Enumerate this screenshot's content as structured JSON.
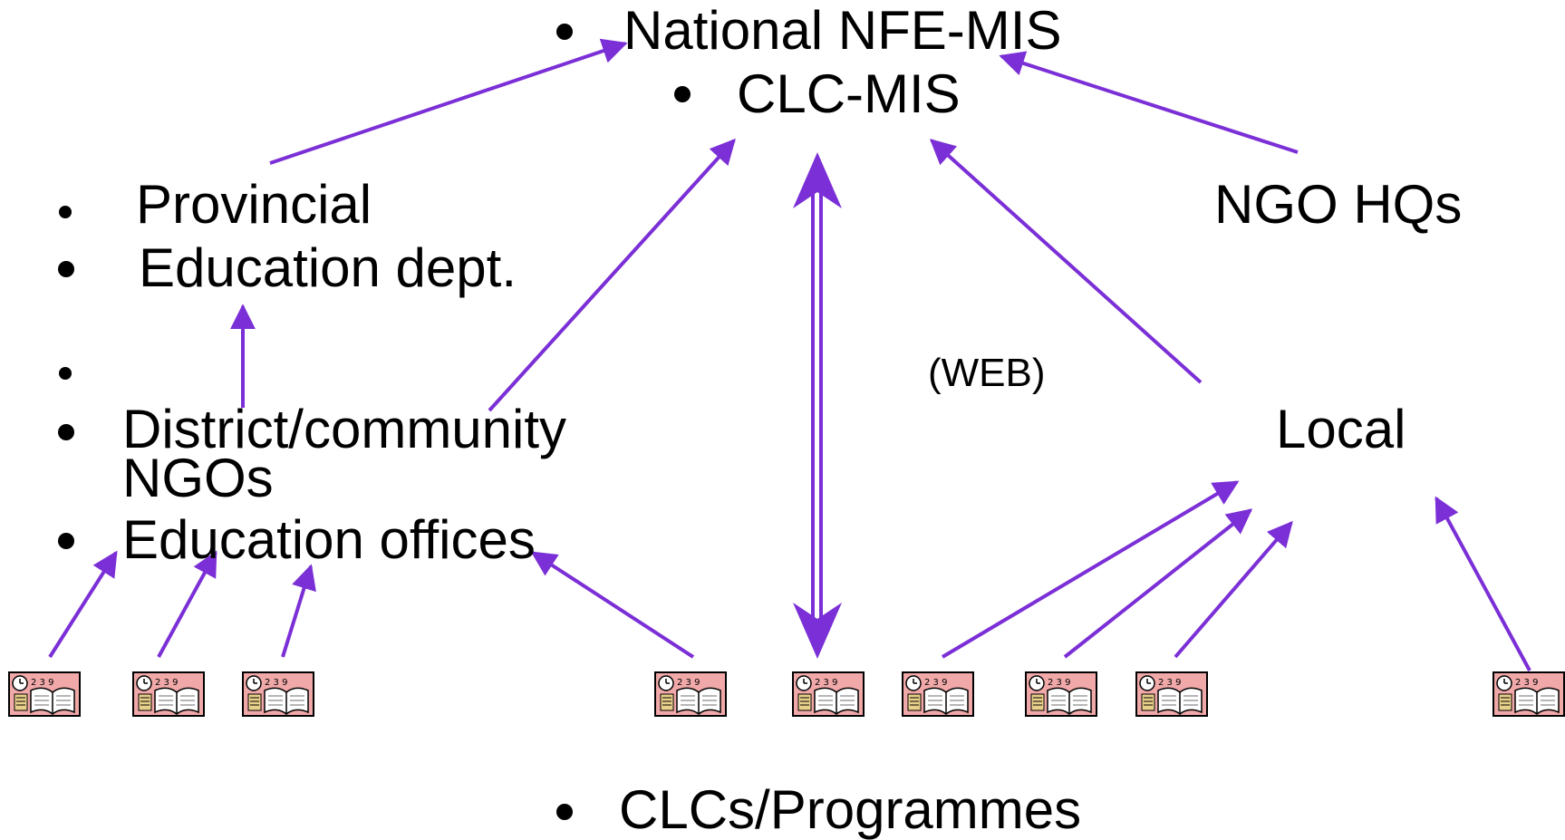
{
  "top": {
    "national": "National NFE-MIS",
    "clc_mis": "CLC-MIS"
  },
  "left": {
    "provincial": "Provincial",
    "education_dept": "Education dept.",
    "district": "District/community",
    "ngos": "NGOs",
    "education_offices": "Education offices"
  },
  "right": {
    "ngo_hqs": "NGO HQs",
    "local": "Local"
  },
  "middle": {
    "web": "(WEB)"
  },
  "bottom": {
    "clcs": "CLCs/Programmes"
  },
  "colors": {
    "arrow": "#7b2fd6",
    "icon_bg": "#f0a8a8",
    "text": "#000000"
  },
  "icons": {
    "clc_icon": "calendar-book-icon"
  }
}
